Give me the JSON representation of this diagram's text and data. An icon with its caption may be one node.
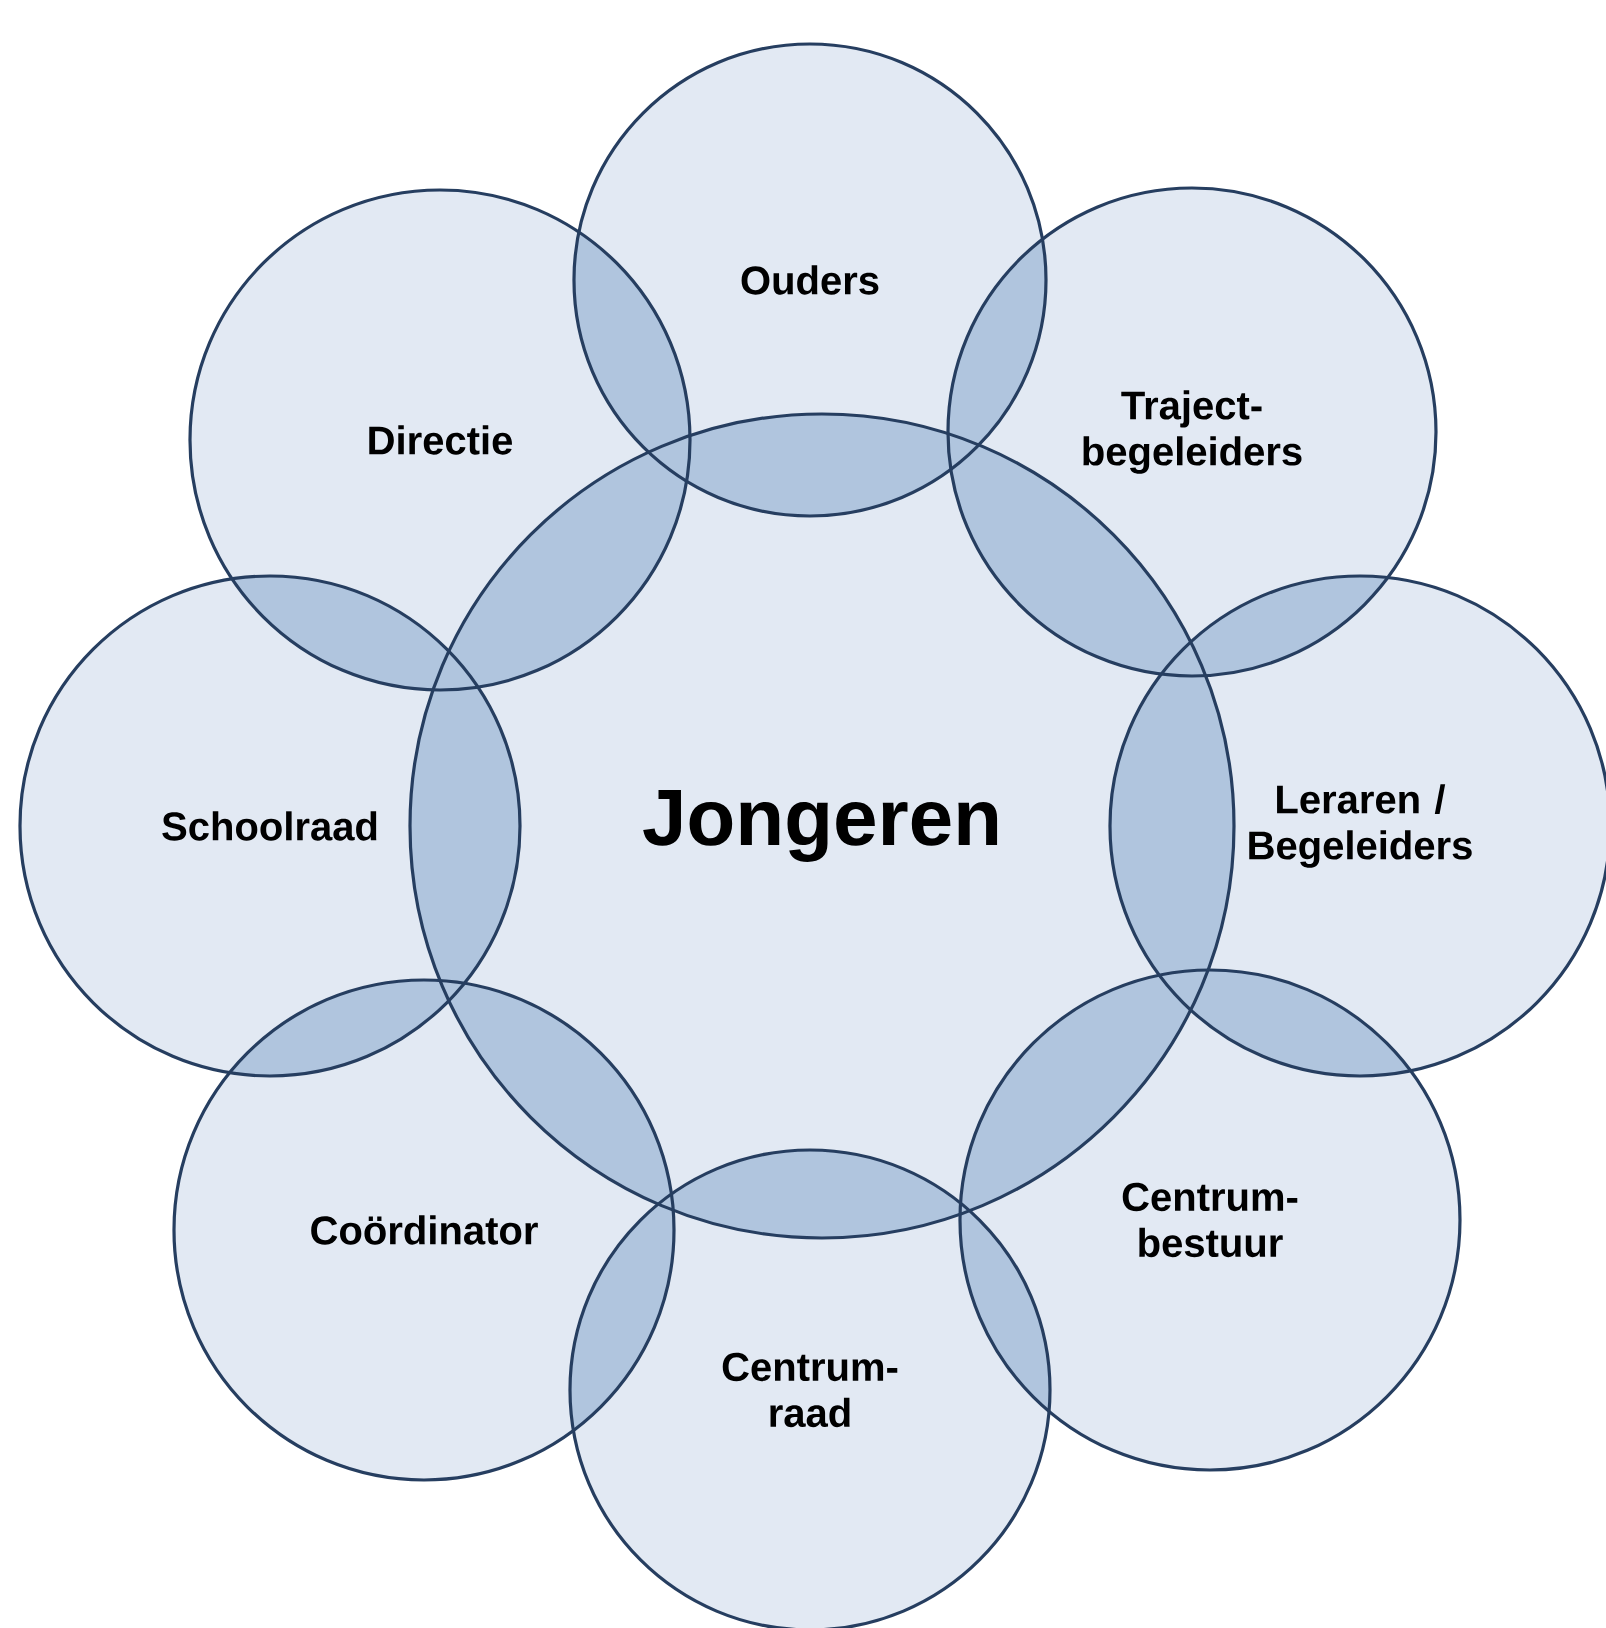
{
  "diagram": {
    "nodes": [
      {
        "text": [
          "Jongeren"
        ]
      },
      {
        "text": [
          "Ouders"
        ]
      },
      {
        "text": [
          "Traject-begeleiders"
        ]
      },
      {
        "text": [
          "Leraren / Begeleiders"
        ]
      },
      {
        "text": [
          "Centrum-bestuur"
        ]
      },
      {
        "text": [
          "Centrum-raad"
        ]
      },
      {
        "text": [
          "Coördinator"
        ]
      },
      {
        "text": [
          "Schoolraad"
        ]
      },
      {
        "text": [
          "Directie"
        ]
      }
    ]
  }
}
